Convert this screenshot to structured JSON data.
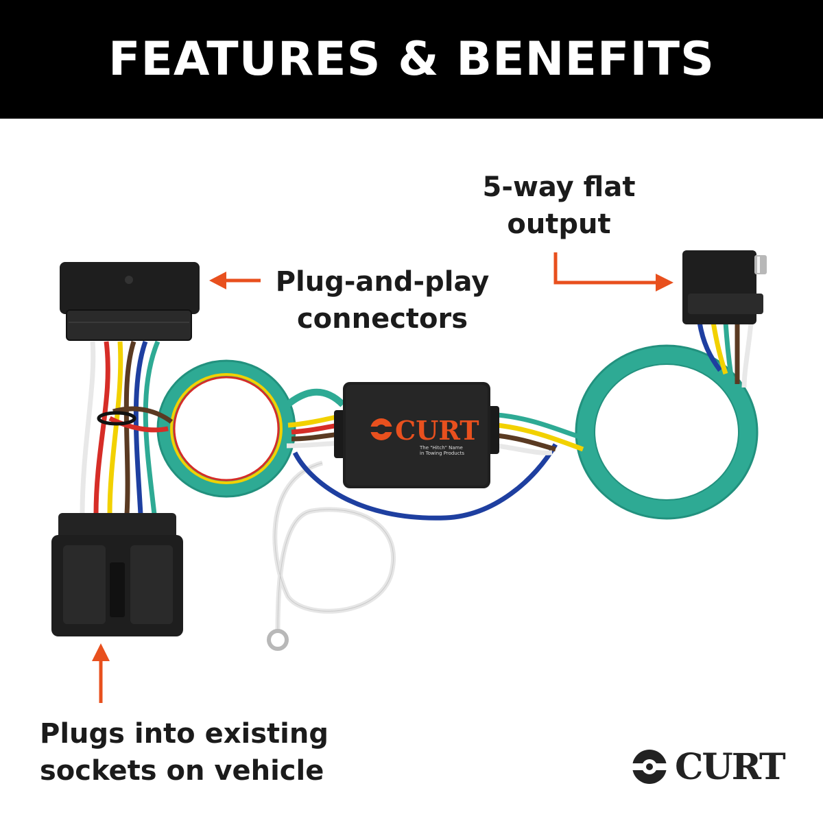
{
  "header": {
    "title": "FEATURES & BENEFITS"
  },
  "callouts": {
    "output": {
      "line1": "5-way flat",
      "line2": "output"
    },
    "connectors": {
      "line1": "Plug-and-play",
      "line2": "connectors"
    },
    "vehicle": {
      "line1": "Plugs into existing",
      "line2": "sockets on vehicle"
    }
  },
  "module": {
    "brand": "CURT",
    "tagline_line1": "The \"Hitch\" Name",
    "tagline_line2": "in Towing Products"
  },
  "brand_logo": {
    "text": "CURT"
  },
  "colors": {
    "header_bg": "#000000",
    "arrow": "#e8501e",
    "brand_orange": "#e8501e",
    "wire_green": "#2eaa94",
    "wire_yellow": "#f2d100",
    "wire_red": "#d62d27",
    "wire_blue": "#1e3fa0",
    "wire_brown": "#5a3a22",
    "wire_white": "#e8e8e8",
    "connector_black": "#1e1e1e"
  },
  "icons": [
    "arrow-left-icon",
    "arrow-right-icon",
    "arrow-up-icon",
    "curt-logo-icon"
  ]
}
